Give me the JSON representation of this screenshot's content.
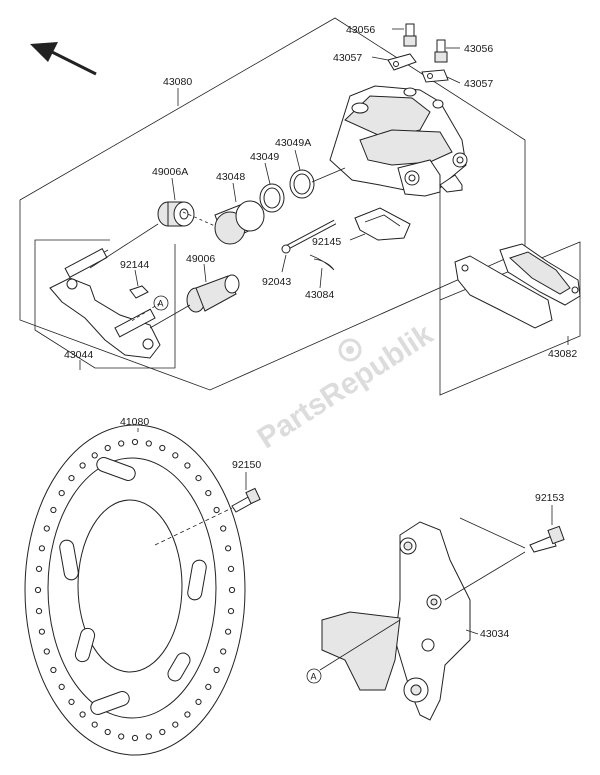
{
  "watermark": "PartsRepublik",
  "callout_letter": "A",
  "labels": {
    "p43080": "43080",
    "p43056a": "43056",
    "p43057a": "43057",
    "p43056b": "43056",
    "p43057b": "43057",
    "p43049a": "43049A",
    "p43049": "43049",
    "p43048": "43048",
    "p49006a": "49006A",
    "p92144": "92144",
    "p49006": "49006",
    "p92145": "92145",
    "p92043": "92043",
    "p43084": "43084",
    "p43044": "43044",
    "p43082": "43082",
    "p41080": "41080",
    "p92150": "92150",
    "p92153": "92153",
    "p43034": "43034"
  }
}
